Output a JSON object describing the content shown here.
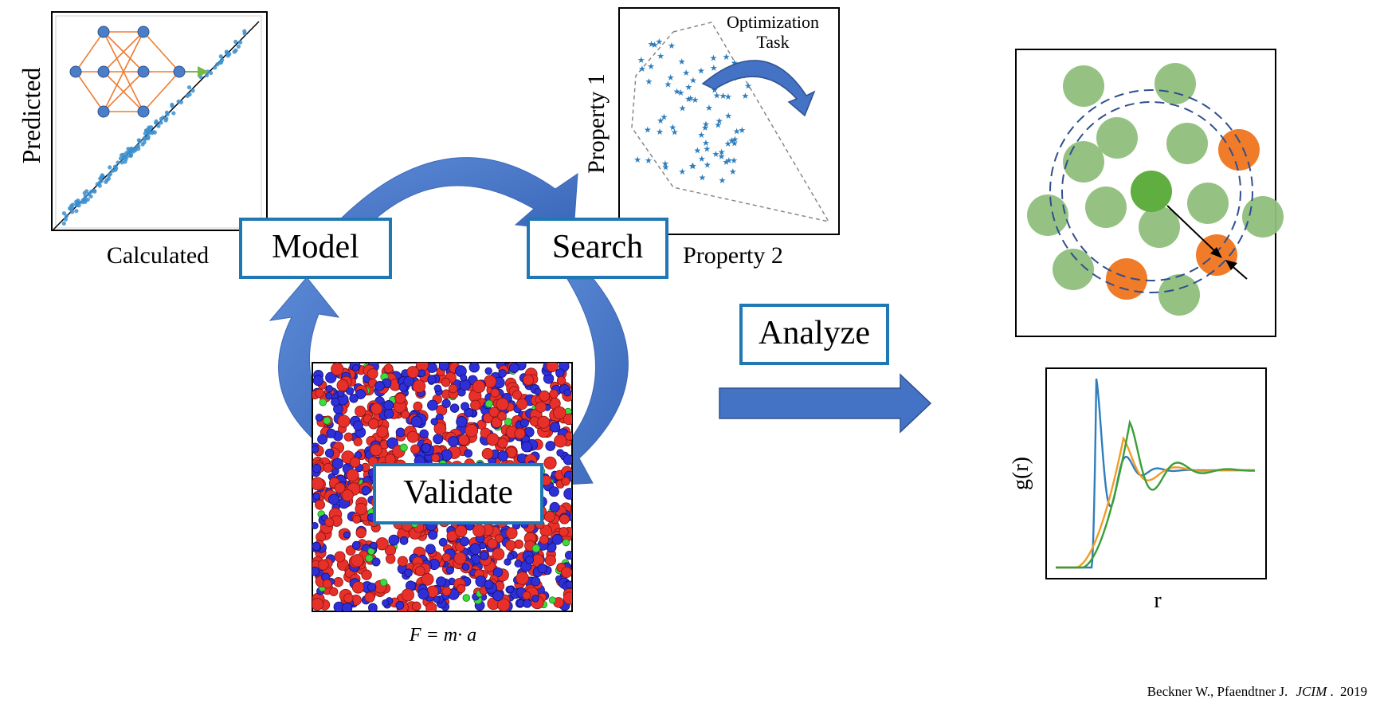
{
  "parity_plot": {
    "xlabel": "Calculated",
    "ylabel": "Predicted"
  },
  "optimization_plot": {
    "annotation": [
      "Optimization",
      "Task"
    ],
    "xlabel": "Property 2",
    "ylabel": "Property 1"
  },
  "cycle": {
    "model_label": "Model",
    "search_label": "Search",
    "validate_label": "Validate"
  },
  "simulation": {
    "equation": "F = m· a"
  },
  "analyze_label": "Analyze",
  "rdf_plot": {
    "xlabel": "r",
    "ylabel": "g(r)"
  },
  "citation": {
    "authors": "Beckner W., Pfaendtner J.",
    "journal": "JCIM",
    "year": "2019"
  },
  "colors": {
    "arrow_blue": "#4472c4",
    "box_border": "#1f78b4",
    "network_orange": "#ed7d31",
    "node_blue": "#4a7ec9",
    "atom_red": "#e8302a",
    "atom_blue": "#2f2fd8",
    "atom_green": "#3ddb3d",
    "particle_green": "#8fbf7c",
    "particle_orange": "#f07c2a",
    "line_blue": "#2f7ebc",
    "line_orange": "#f39c26",
    "line_green": "#3a9e3a"
  }
}
